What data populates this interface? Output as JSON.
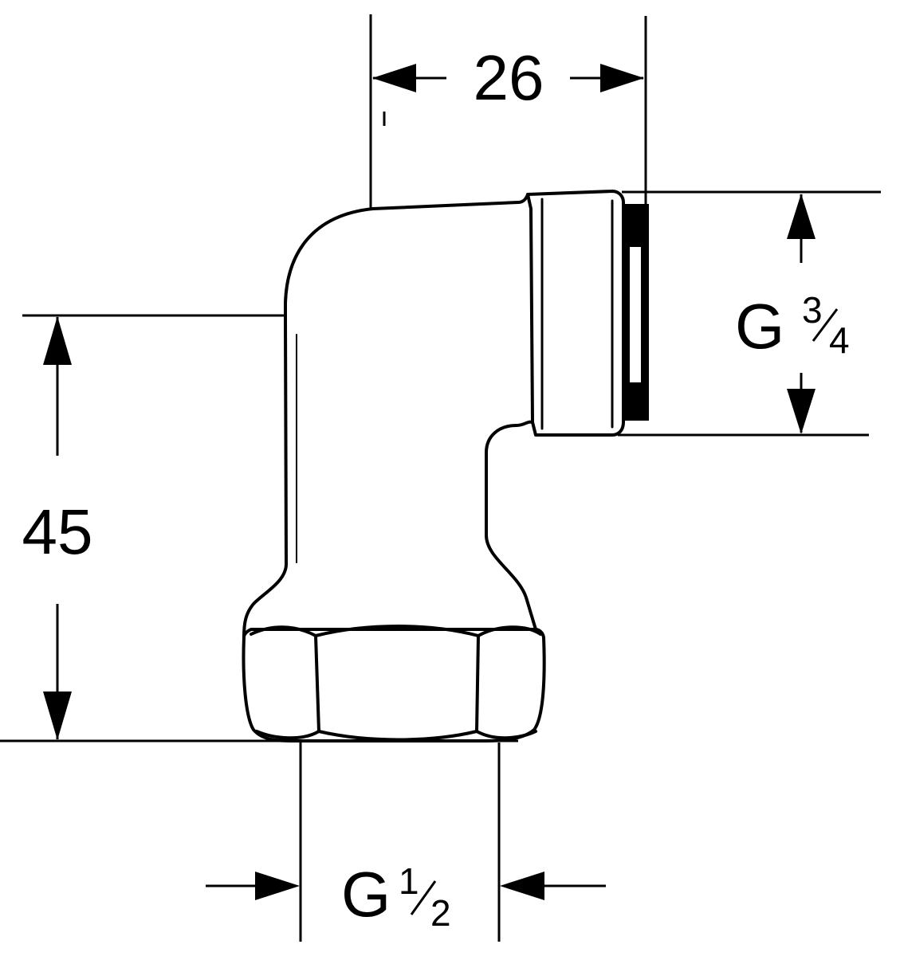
{
  "dimensions": {
    "width_top": "26",
    "height_left": "45",
    "thread_right": {
      "prefix": "G",
      "numerator": "3",
      "denominator": "4"
    },
    "thread_bottom": {
      "prefix": "G",
      "numerator": "1",
      "denominator": "2"
    }
  }
}
